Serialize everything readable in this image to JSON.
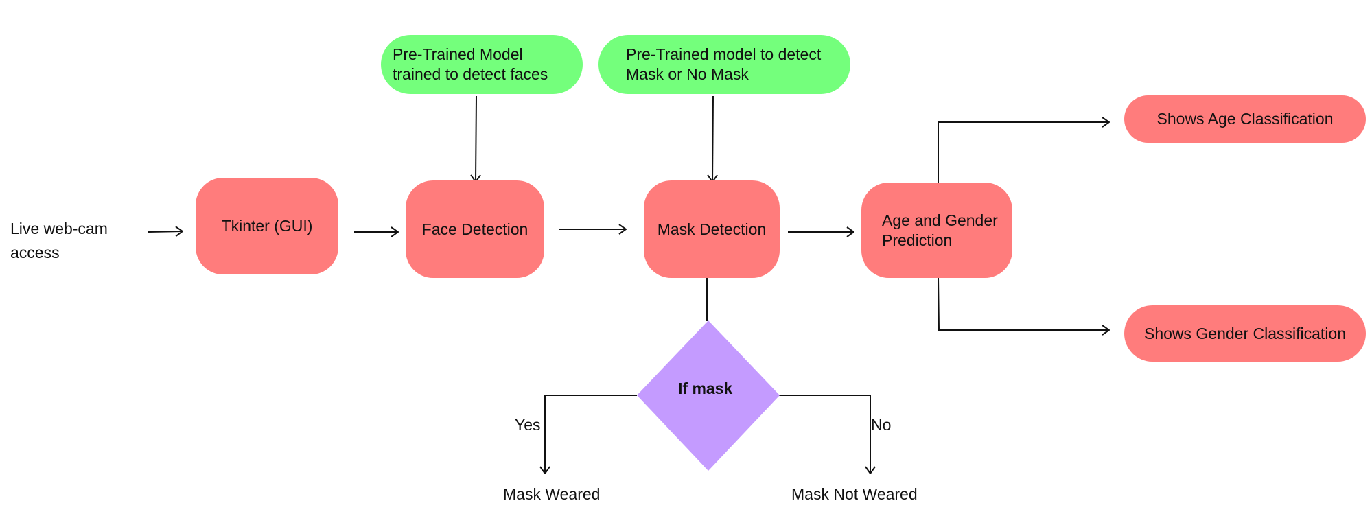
{
  "nodes": {
    "webcam": "Live web-cam\naccess",
    "gui": "Tkinter (GUI)",
    "face_model": "Pre-Trained Model\ntrained to detect faces",
    "mask_model": "Pre-Trained model to detect\nMask or No Mask",
    "face_detection": "Face Detection",
    "mask_detection": "Mask Detection",
    "age_gender": "Age and Gender\nPrediction",
    "age_output": "Shows Age Classification",
    "gender_output": "Shows Gender Classification",
    "decision": "If mask",
    "yes_label": "Yes",
    "no_label": "No",
    "mask_weared": "Mask Weared",
    "mask_not_weared": "Mask Not Weared"
  },
  "colors": {
    "process": "#ff7c7c",
    "model": "#74ff7c",
    "decision": "#c49bff",
    "line": "#111111"
  }
}
